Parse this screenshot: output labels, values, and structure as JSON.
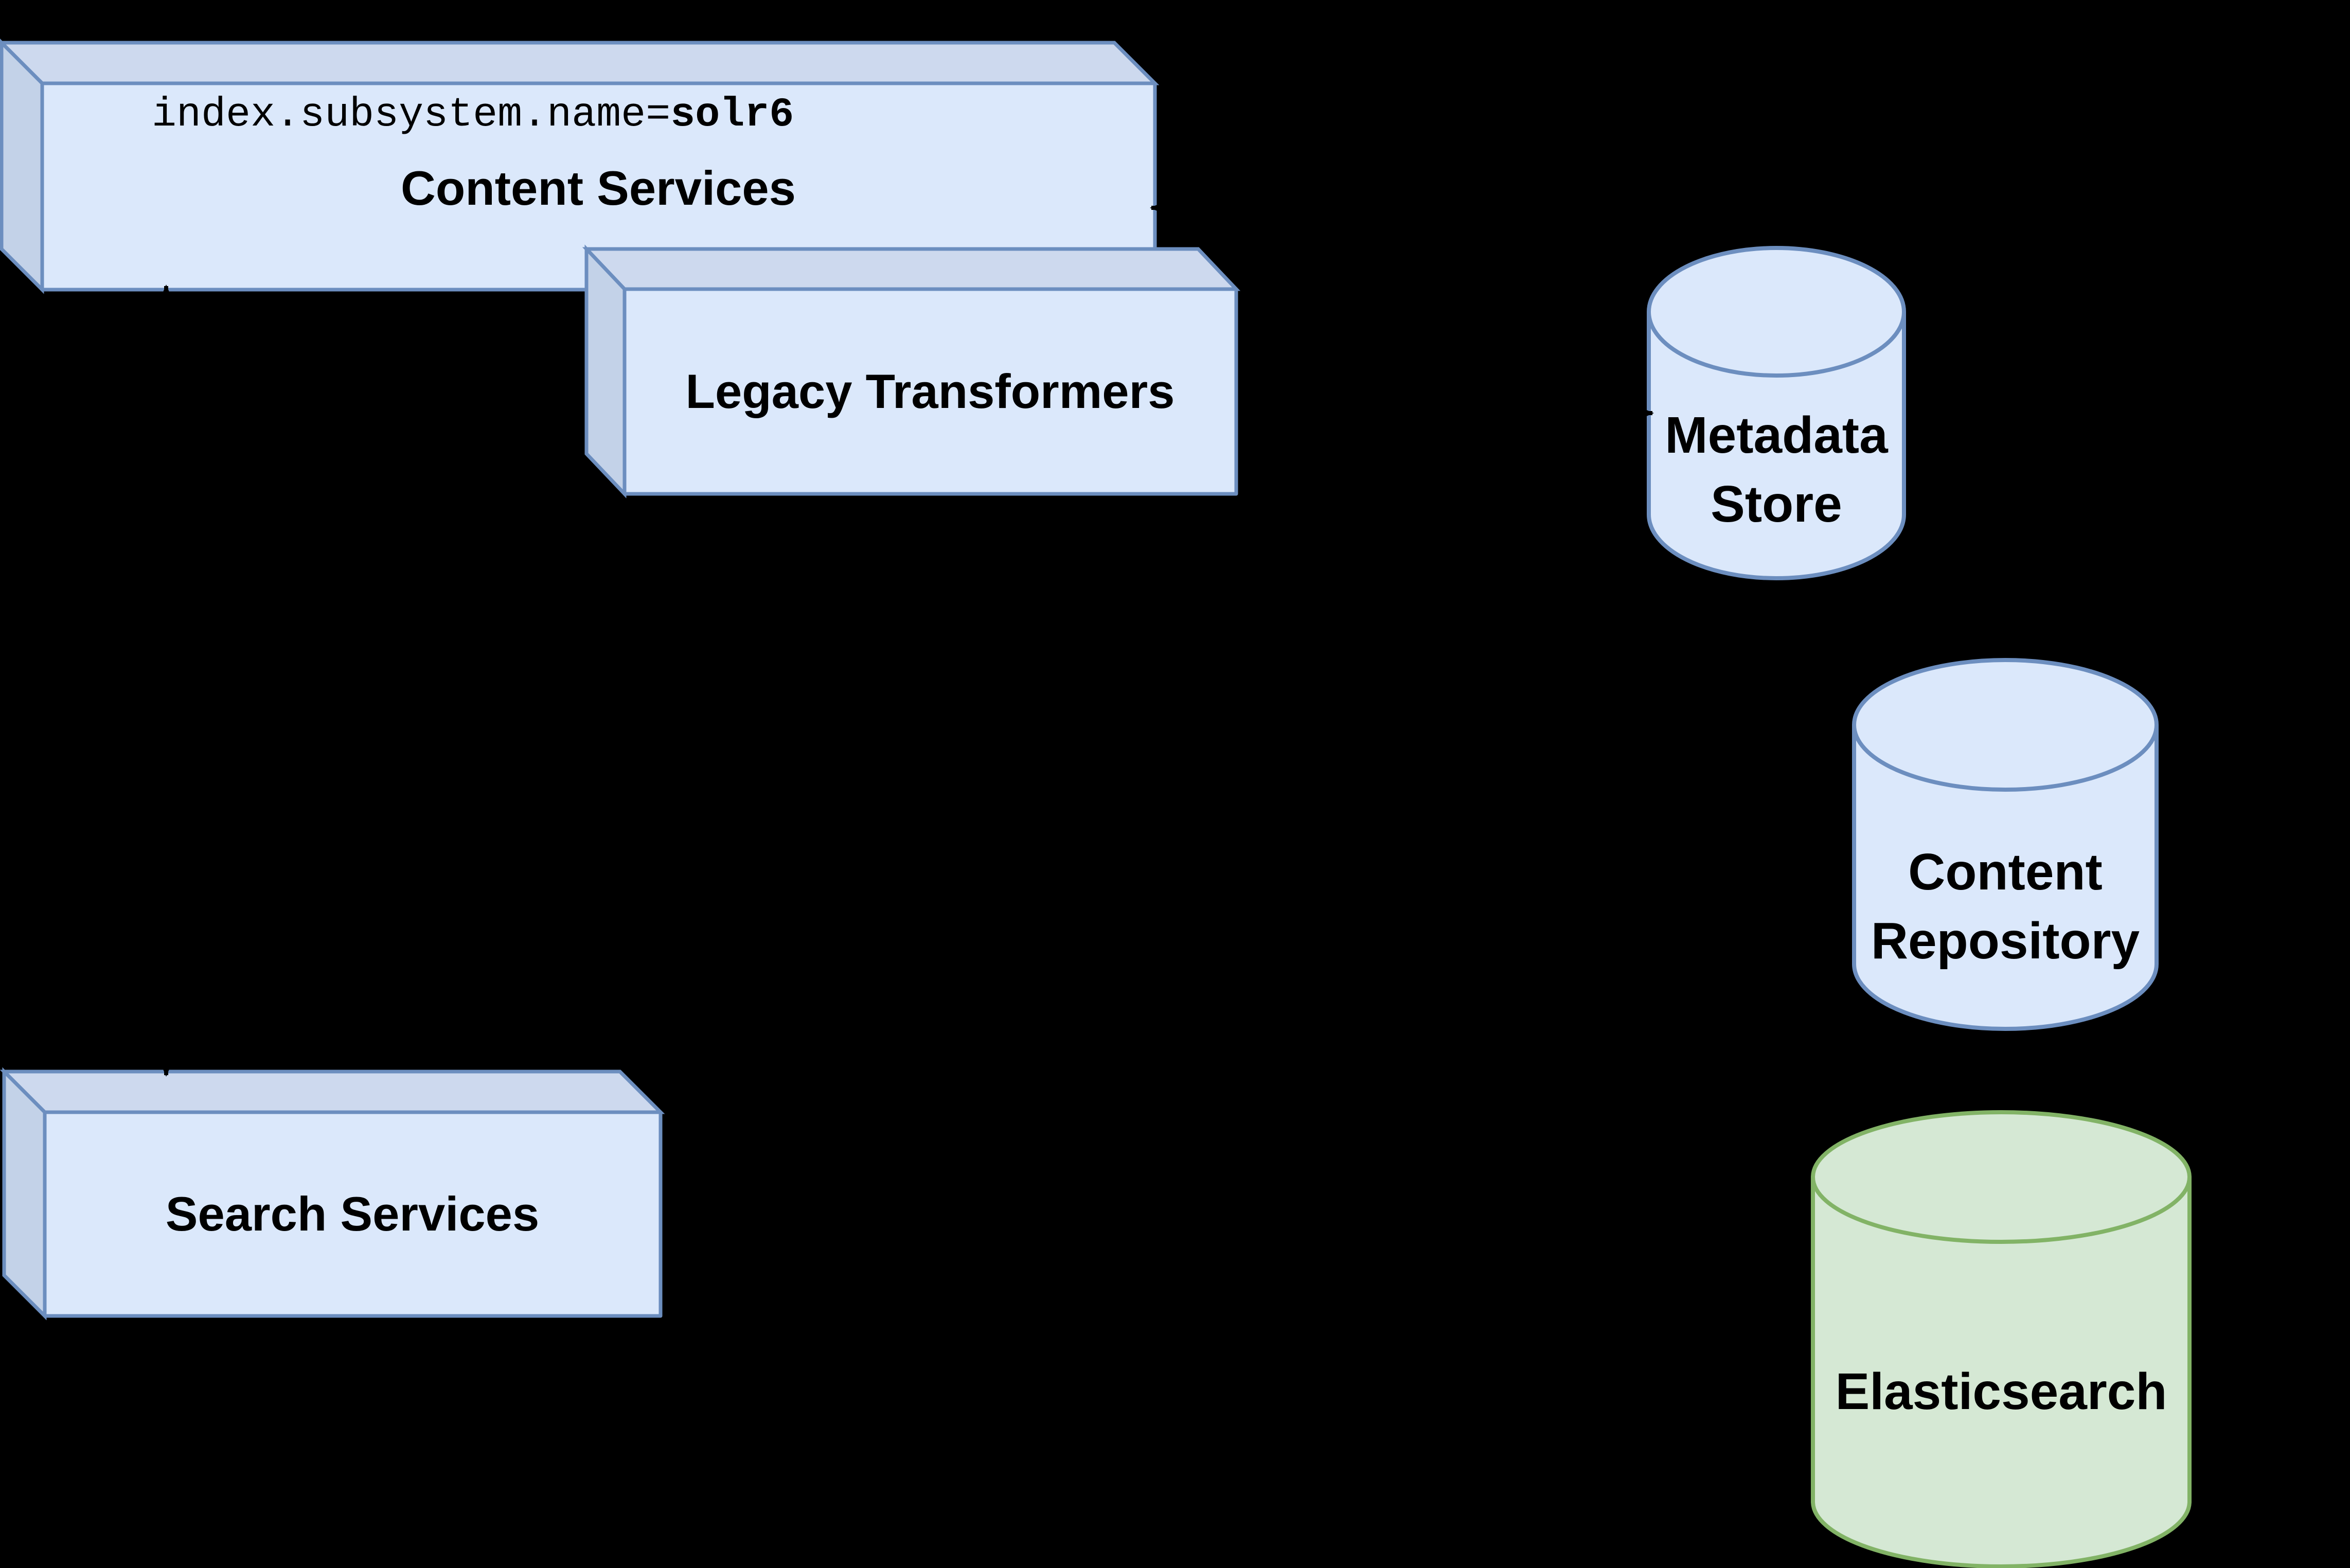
{
  "background": "#000000",
  "colors": {
    "background": "#000000",
    "blue_fill": "#dbe8fb",
    "blue_stroke": "#6c8ebf",
    "box_top_fill": "#cdd9ee",
    "box_left_fill": "#c3d2e8",
    "green_fill": "#d5e8d4",
    "green_stroke": "#82b366",
    "text": "#000000",
    "connector": "#000000"
  },
  "config_label": {
    "prefix": "index.subsystem.name=",
    "value": "solr6"
  },
  "nodes": [
    {
      "id": "content-services",
      "label": "Content Services",
      "shape": "box3d",
      "palette": "blue"
    },
    {
      "id": "legacy-transformers",
      "label": "Legacy Transformers",
      "shape": "box3d",
      "palette": "blue"
    },
    {
      "id": "search-services",
      "label": "Search Services",
      "shape": "box3d",
      "palette": "blue"
    },
    {
      "id": "metadata-store",
      "label": "Metadata\nStore",
      "shape": "cylinder",
      "palette": "blue"
    },
    {
      "id": "content-repository",
      "label": "Content\nRepository",
      "shape": "cylinder",
      "palette": "blue"
    },
    {
      "id": "elasticsearch",
      "label": "Elasticsearch",
      "shape": "cylinder",
      "palette": "green"
    }
  ],
  "connectors": [
    {
      "between": [
        "content-services",
        "search-services"
      ],
      "color": "#000000",
      "arrowheads": "both-ends"
    },
    {
      "between": [
        "content-services",
        "metadata-store"
      ],
      "color": "#000000",
      "arrowheads": "both-ends"
    }
  ]
}
